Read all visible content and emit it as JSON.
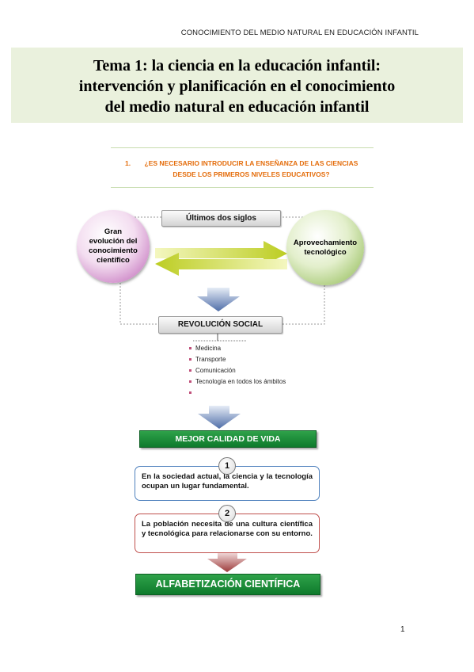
{
  "header": {
    "running_title": "CONOCIMIENTO DEL MEDIO NATURAL EN EDUCACIÓN INFANTIL"
  },
  "title": {
    "line1": "Tema 1: la ciencia en la educación infantil:",
    "line2": "intervención y planificación en el conocimiento",
    "line3": "del medio natural en educación infantil"
  },
  "section": {
    "number": "1.",
    "title_line1": "¿ES NECESARIO INTRODUCIR LA ENSEÑANZA DE LAS CIENCIAS",
    "title_line2": "DESDE LOS PRIMEROS NIVELES EDUCATIVOS?"
  },
  "diagram": {
    "top_bar": "Últimos dos siglos",
    "left_circle": [
      "Gran",
      "evolución del",
      "conocimiento",
      "científico"
    ],
    "right_circle": [
      "Aprovechamiento",
      "tecnológico"
    ],
    "social_bar": "REVOLUCIÓN SOCIAL",
    "bullets": [
      "Medicina",
      "Transporte",
      "Comunicación",
      "Tecnología en todos los ámbitos",
      ""
    ],
    "quality_bar": "MEJOR CALIDAD DE VIDA",
    "statement1": {
      "number": "1",
      "text": "En la sociedad actual, la ciencia y la tecnología ocupan un lugar fundamental."
    },
    "statement2": {
      "number": "2",
      "text": "La población necesita de una cultura científica y tecnológica para relacionarse con su entorno."
    },
    "final_bar": "ALFABETIZACIÓN CIENTÍFICA"
  },
  "colors": {
    "title_band": "#eaf1dd",
    "section_text": "#e46c0a",
    "green_bar": "#128232",
    "statement1_border": "#4f81bd",
    "statement2_border": "#c0504d",
    "blue_arrow": "#4f6ea8",
    "red_arrow": "#a04040",
    "yellow_arrow": "#c8d62a"
  },
  "footer": {
    "page_number": "1"
  }
}
